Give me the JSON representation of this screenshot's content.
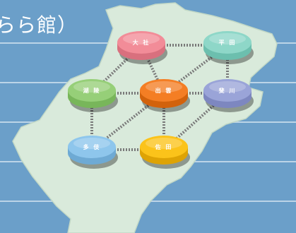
{
  "header": {
    "title_fragment": "らら館）"
  },
  "colors": {
    "background": "#6b9fc9",
    "map_fill": "#d9eadb",
    "map_stroke": "#c2d8c6",
    "link": "#7a7a7a"
  },
  "nodes": [
    {
      "id": "taisha",
      "label": "大 社",
      "color": "#f28c98",
      "shade": "#d9707e"
    },
    {
      "id": "hirata",
      "label": "平 田",
      "color": "#8ed7c8",
      "shade": "#6cbfae"
    },
    {
      "id": "kosui",
      "label": "湖 陵",
      "color": "#96cf78",
      "shade": "#78b65a"
    },
    {
      "id": "izumo",
      "label": "出 雲",
      "color": "#f47e24",
      "shade": "#d2620c"
    },
    {
      "id": "hikawa",
      "label": "斐 川",
      "color": "#9aa4d8",
      "shade": "#7d87c0"
    },
    {
      "id": "taki",
      "label": "多 伎",
      "color": "#8ec6ec",
      "shade": "#6eaad4"
    },
    {
      "id": "sada",
      "label": "佐 田",
      "color": "#fbc31a",
      "shade": "#dea304"
    }
  ],
  "links": [
    [
      "taisha",
      "hirata"
    ],
    [
      "taisha",
      "kosui"
    ],
    [
      "taisha",
      "izumo"
    ],
    [
      "hirata",
      "izumo"
    ],
    [
      "hirata",
      "hikawa"
    ],
    [
      "kosui",
      "izumo"
    ],
    [
      "izumo",
      "hikawa"
    ],
    [
      "kosui",
      "taki"
    ],
    [
      "izumo",
      "sada"
    ],
    [
      "izumo",
      "taki"
    ],
    [
      "taki",
      "sada"
    ],
    [
      "sada",
      "hikawa"
    ]
  ]
}
